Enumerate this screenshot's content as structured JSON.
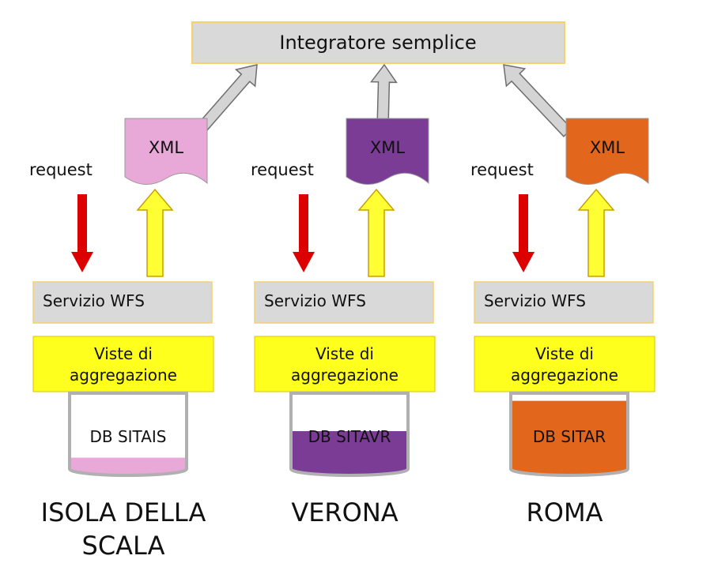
{
  "header": {
    "title": "Integratore semplice",
    "box_color": "#d9d9d9",
    "border_color": "#f3d36b"
  },
  "common": {
    "request_label": "request",
    "doc_label": "XML",
    "service_label": "Servizio WFS",
    "views_line1": "Viste di",
    "views_line2": "aggregazione",
    "request_arrow_color": "#dd0000",
    "response_arrow_color": "#ffff33",
    "response_arrow_border": "#c8a000",
    "up_arrow_color": "#d4d4d4",
    "service_color": "#d9d9d9",
    "views_color": "#ffff1e"
  },
  "nodes": [
    {
      "db_label": "DB SITAIS",
      "city_line1": "ISOLA DELLA",
      "city_line2": "SCALA",
      "doc_color": "#e8a8d8",
      "db_fill_color": "#e8a8d8",
      "db_fill_level": 0.15
    },
    {
      "db_label": "DB SITAVR",
      "city_line1": "VERONA",
      "city_line2": "",
      "doc_color": "#7b3c96",
      "db_fill_color": "#7b3c96",
      "db_fill_level": 0.5
    },
    {
      "db_label": "DB SITAR",
      "city_line1": "ROMA",
      "city_line2": "",
      "doc_color": "#e2671c",
      "db_fill_color": "#e2671c",
      "db_fill_level": 0.9
    }
  ]
}
